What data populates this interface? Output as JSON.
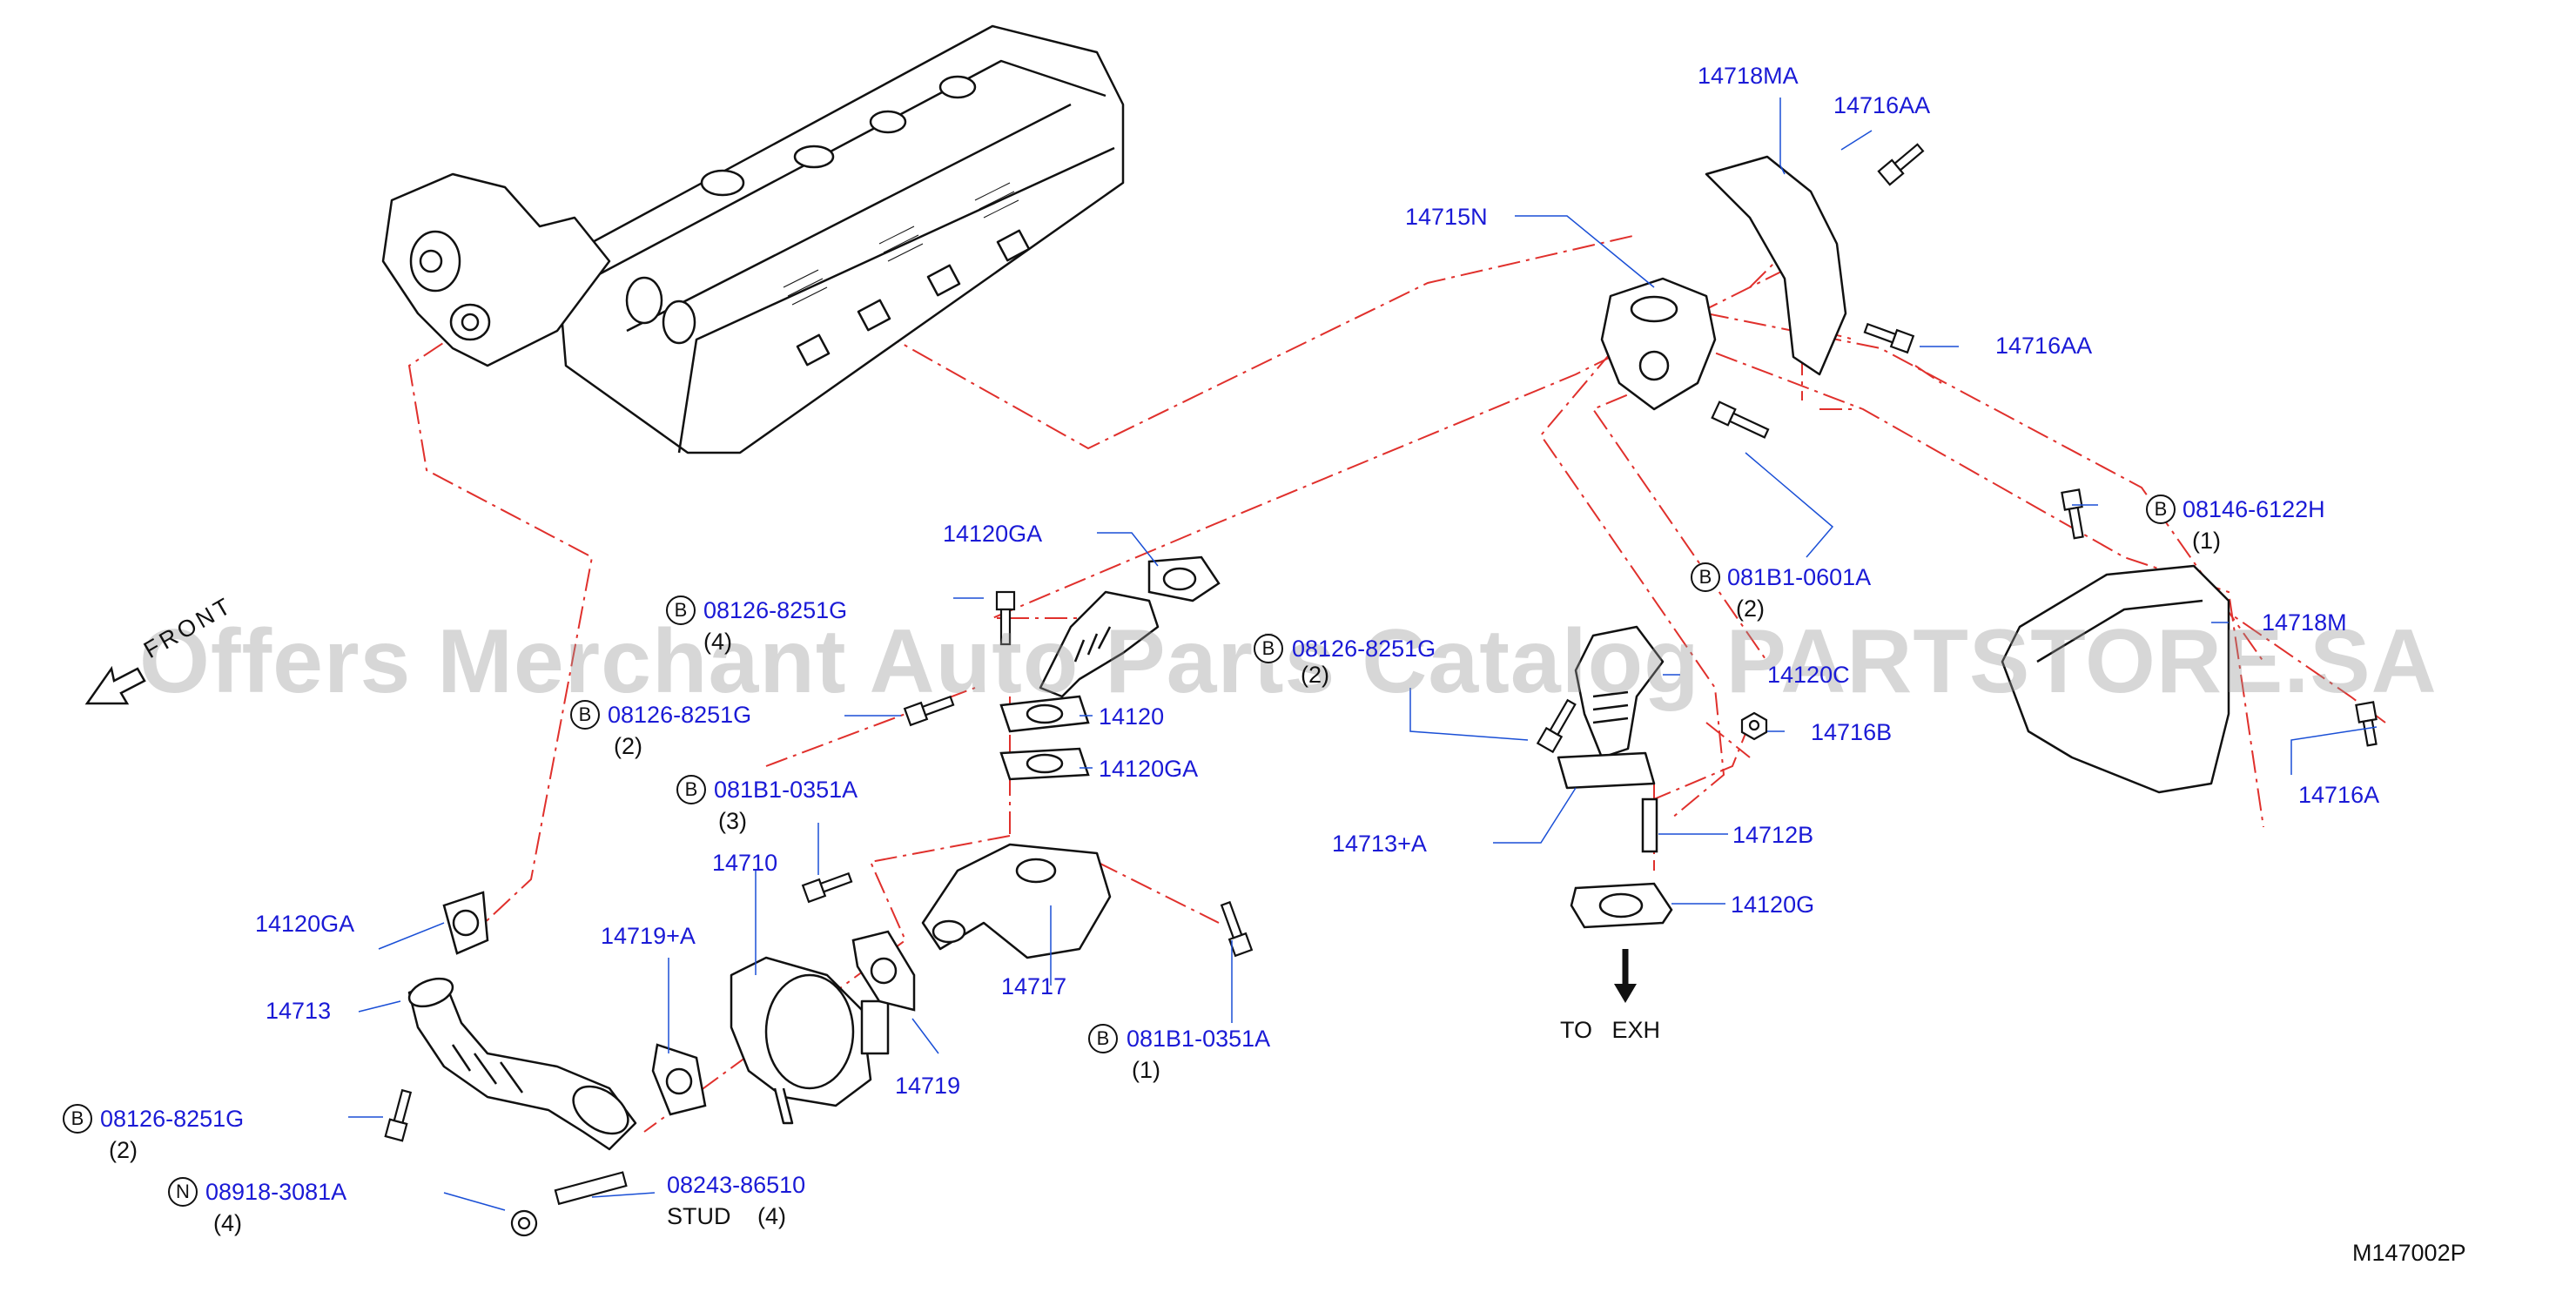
{
  "diagram": {
    "code": "M147002P",
    "watermark": "Offers Merchant Auto Parts Catalog PARTSTORE.SA",
    "front_label": "FRONT",
    "exhaust_label": "TO   EXH",
    "colors": {
      "label": "#1a1ad6",
      "leader": "#1a4fd6",
      "dash": "#e0302c",
      "line": "#111111"
    }
  },
  "labels": {
    "l14718MA": "14718MA",
    "l14716AA_top": "14716AA",
    "l14715N": "14715N",
    "l14716AA_mid": "14716AA",
    "l08146": "08146-6122H",
    "q08146": "(1)",
    "l081B1_0601A": "081B1-0601A",
    "q081B1_0601A": "(2)",
    "l14718M": "14718M",
    "l14716A": "14716A",
    "l14120GA_top": "14120GA",
    "l08126_a": "08126-8251G",
    "q08126_a": "(4)",
    "l08126_b": "08126-8251G",
    "q08126_b": "(2)",
    "l14120": "14120",
    "l14120GA_mid": "14120GA",
    "l081B1_0351A_top": "081B1-0351A",
    "q081B1_0351A_top": "(3)",
    "l14710": "14710",
    "l14719A": "14719+A",
    "l14717": "14717",
    "l14719": "14719",
    "l081B1_0351A_bot": "081B1-0351A",
    "q081B1_0351A_bot": "(1)",
    "l14120GA_left": "14120GA",
    "l14713": "14713",
    "l08126_c": "08126-8251G",
    "q08126_c": "(2)",
    "l08918": "08918-3081A",
    "q08918": "(4)",
    "l08243": "08243-86510",
    "stud": "STUD",
    "q08243": "(4)",
    "l08126_d": "08126-8251G",
    "q08126_d": "(2)",
    "l14120C": "14120C",
    "l14716B": "14716B",
    "l14713A": "14713+A",
    "l14712B": "14712B",
    "l14120G": "14120G"
  },
  "badges": {
    "bolt": "B",
    "nut": "N"
  }
}
